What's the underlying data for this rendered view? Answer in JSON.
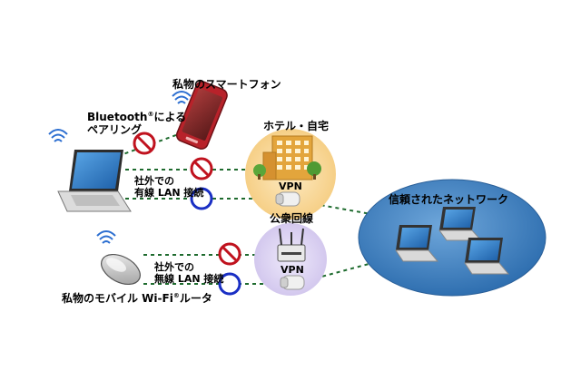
{
  "labels": {
    "smartphone": "私物のスマートフォン",
    "bt_line1": "Bluetooth",
    "bt_sup": "®",
    "bt_suffix": "による",
    "bt_line2": "ペアリング",
    "hotel": "ホテル・自宅",
    "wired_line1": "社外での",
    "wired_line2": "有線 LAN 接続",
    "public": "公衆回線",
    "wireless_line1": "社外での",
    "wireless_line2": "無線 LAN 接続",
    "router_main": "私物のモバイル Wi-Fi",
    "router_sup": "®",
    "router_suffix": "ルータ",
    "vpn_hotel": "VPN",
    "vpn_public": "VPN",
    "trusted": "信頼されたネットワーク"
  },
  "colors": {
    "link_line": "#1e6b2e",
    "prohibit": "#c0121e",
    "allowed": "#1a2fc4",
    "hotel_halo": "#f7d08a",
    "public_halo": "#d7cdf0",
    "trusted_fill": "#3f83c4"
  }
}
